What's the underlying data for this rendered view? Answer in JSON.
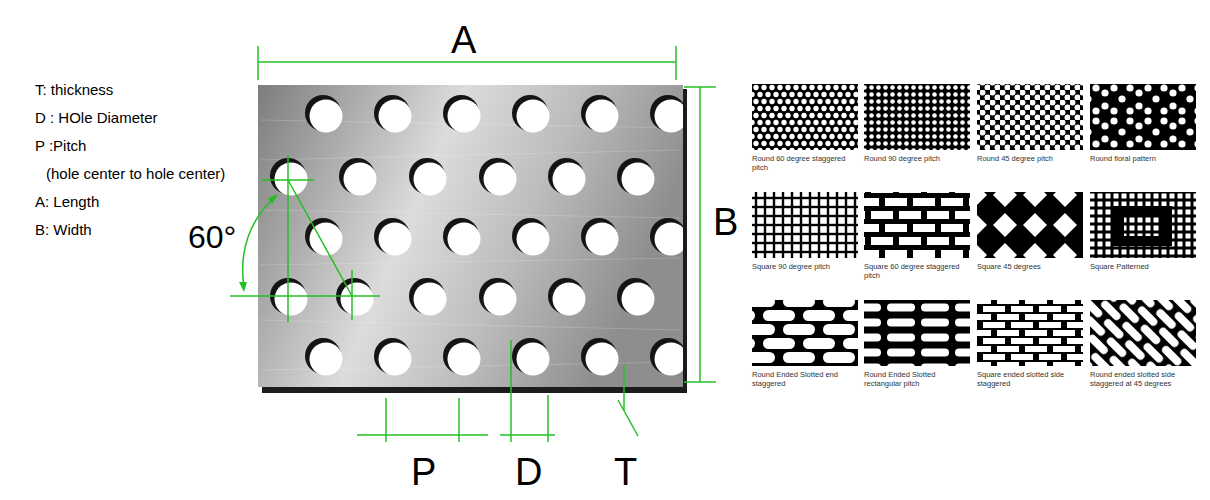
{
  "diagram": {
    "nodes": [
      {
        "text": [
          "Round 60 degree staggered pitch"
        ]
      },
      {
        "text": [
          "Round 90 degree pitch"
        ]
      },
      {
        "text": [
          "Round 45 degree pitch"
        ]
      },
      {
        "text": [
          "Round floral pattern"
        ]
      },
      {
        "text": [
          "Square 90 degree pitch"
        ]
      },
      {
        "text": [
          "Square 60 degree staggered pitch"
        ]
      },
      {
        "text": [
          "Square 45 degrees"
        ]
      },
      {
        "text": [
          "Square Patterned"
        ]
      },
      {
        "text": [
          "Round Ended Slotted end staggered"
        ]
      },
      {
        "text": [
          "Round Ended Slotted rectangular pitch"
        ]
      },
      {
        "text": [
          "Square ended slotted side staggered"
        ]
      },
      {
        "text": [
          "Round ended slotted side staggered at 45 degrees"
        ]
      }
    ],
    "labels": [
      "T: thickness",
      "D : HOle Diameter",
      "P :Pitch",
      "(hole center to hole center)",
      "A: Length",
      "B: Width",
      "A",
      "60°",
      "B",
      "P",
      "D",
      "T"
    ]
  }
}
